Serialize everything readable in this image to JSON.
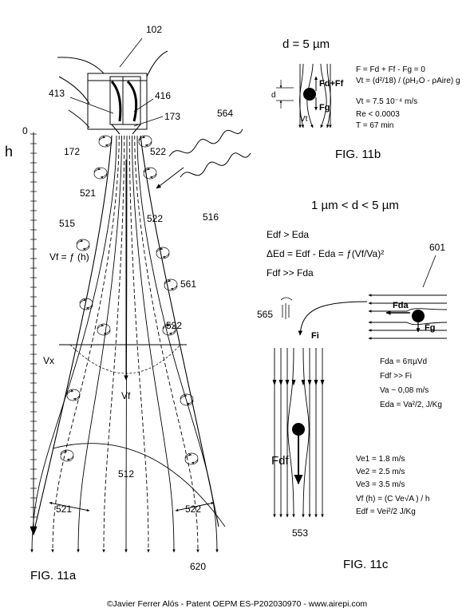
{
  "fig11a": {
    "caption": "FIG. 11a",
    "axis_label": "h",
    "axis_zero": "0",
    "vx_label": "Vx",
    "vf_label": "Vf",
    "vf_formula": "Vf = ƒ (h)",
    "refs": {
      "r102": "102",
      "r413": "413",
      "r416": "416",
      "r173": "173",
      "r172": "172",
      "r522_top": "522",
      "r564": "564",
      "r521_top": "521",
      "r515": "515",
      "r522_mid": "522",
      "r516": "516",
      "r561": "561",
      "r522_low": "522",
      "r512": "512",
      "r521_bot": "521",
      "r522_bot": "522",
      "r620": "620"
    }
  },
  "fig11b": {
    "caption": "FIG. 11b",
    "title": "d = 5 µm",
    "d_label": "d",
    "force_up": "Fd+Ff",
    "force_down": "Fg",
    "vt_label": "Vt",
    "equations": [
      "F = Fd + Ff - Fg = 0",
      "Vt = (d²/18) / (ρH₂O - ρAire) g",
      "Vt = 7.5 10⁻⁴ m/s",
      "Re < 0.0003",
      "T = 67 min"
    ]
  },
  "fig11c": {
    "caption": "FIG. 11c",
    "title": "1 µm < d < 5 µm",
    "relations": [
      "Edf > Eda",
      "ΔEd = Edf - Eda = ƒ(Vf/Va)²",
      "Fdf >> Fda"
    ],
    "ref601": "601",
    "ref565": "565",
    "ref553": "553",
    "fda_label": "Fda",
    "fg_label": "Fg",
    "fi_label": "Fi",
    "fdf_label": "Fdf",
    "notes": [
      "Fda = 6πµVd",
      "Fdf >> Fi",
      "Va ~ 0,08 m/s",
      "Eda = Va²/2, J/Kg"
    ],
    "velocities": [
      "Ve1 = 1.8 m/s",
      "Ve2 = 2.5 m/s",
      "Ve3 = 3.5 m/s",
      "Vf (h) = (C Ve√A ) / h",
      "Edf = Vei²/2 J/Kg"
    ]
  },
  "footer": "©Javier Ferrer Alós - Patent OEPM ES-P202030970 - www.airepi.com"
}
